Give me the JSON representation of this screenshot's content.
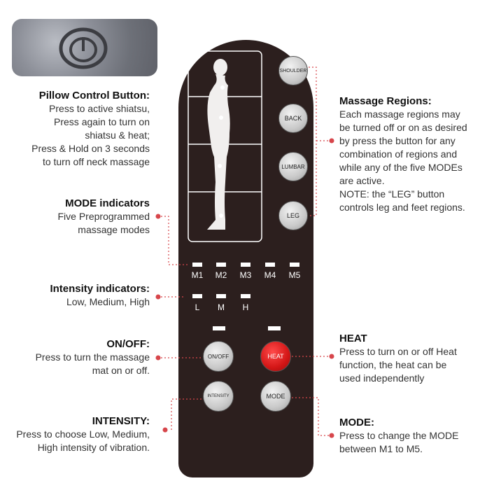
{
  "pillow": {
    "title": "Pillow Control Button:",
    "lines": [
      "Press to active shiatsu,",
      "Press again to turn on",
      "shiatsu & heat;",
      "Press & Hold on 3 seconds",
      "to turn off neck massage"
    ]
  },
  "mode_indicators": {
    "title": "MODE indicators",
    "lines": [
      "Five Preprogrammed",
      "massage modes"
    ]
  },
  "intensity_indicators": {
    "title": "Intensity indicators:",
    "lines": [
      "Low, Medium, High"
    ]
  },
  "onoff": {
    "title": "ON/OFF:",
    "lines": [
      "Press to turn the massage",
      "mat on or off."
    ]
  },
  "intensity": {
    "title": "INTENSITY:",
    "lines": [
      "Press to choose Low, Medium,",
      "High intensity of vibration."
    ]
  },
  "regions": {
    "title": "Massage Regions:",
    "lines": [
      "Each massage regions may",
      "be turned off or on as desired",
      "by press the button for any",
      "combination of regions and",
      "while any of the five MODEs",
      "are active.",
      "NOTE: the “LEG” button",
      "controls leg and feet regions."
    ]
  },
  "heat": {
    "title": "HEAT",
    "lines": [
      "Press to turn on or off Heat",
      "function, the heat can be",
      "used independently"
    ]
  },
  "mode": {
    "title": "MODE:",
    "lines": [
      "Press to change the MODE",
      "between M1 to M5."
    ]
  },
  "remote": {
    "region_buttons": [
      "SHOULDER",
      "BACK",
      "LUMBAR",
      "LEG"
    ],
    "mode_labels": [
      "M1",
      "M2",
      "M3",
      "M4",
      "M5"
    ],
    "intensity_labels": [
      "L",
      "M",
      "H"
    ],
    "onoff_label": "ON/OFF",
    "heat_label": "HEAT",
    "intensity_label": "INTENSITY",
    "mode_label": "MODE"
  },
  "colors": {
    "remote_body": "#2c1f1e",
    "callout_red": "#d7464b",
    "heat_button": "#d31616"
  }
}
